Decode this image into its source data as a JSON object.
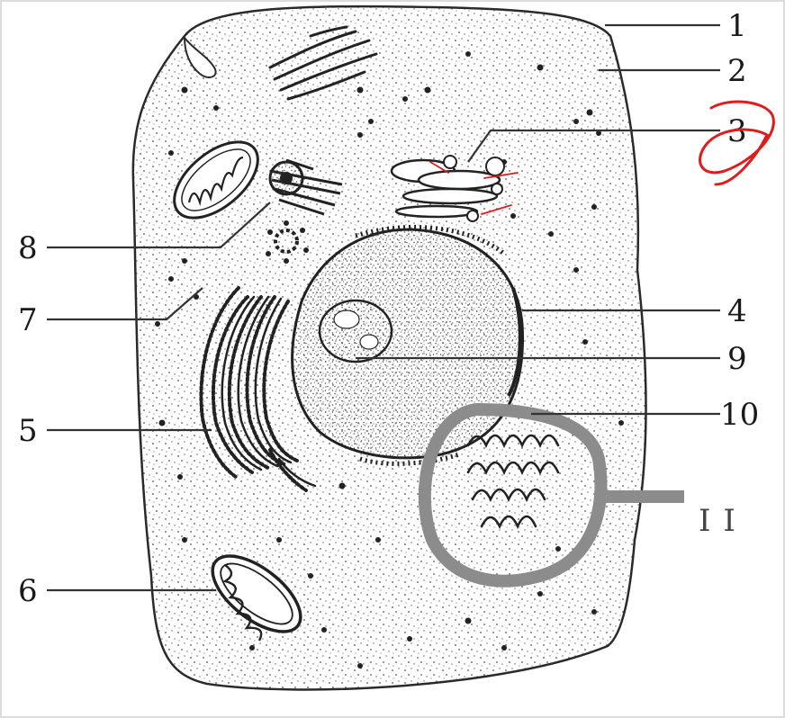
{
  "labels": [
    {
      "id": "1",
      "text": "1"
    },
    {
      "id": "2",
      "text": "2"
    },
    {
      "id": "3",
      "text": "3"
    },
    {
      "id": "4",
      "text": "4"
    },
    {
      "id": "5",
      "text": "5"
    },
    {
      "id": "6",
      "text": "6"
    },
    {
      "id": "7",
      "text": "7"
    },
    {
      "id": "8",
      "text": "8"
    },
    {
      "id": "9",
      "text": "9"
    },
    {
      "id": "10",
      "text": "10"
    }
  ],
  "annotation": {
    "roman_label": "II",
    "ink_color": "#e01b1b",
    "highlight_color": "#8c8c8c"
  },
  "colors": {
    "outline": "#2a2a2a",
    "stipple": "#555555",
    "background": "#ffffff"
  }
}
